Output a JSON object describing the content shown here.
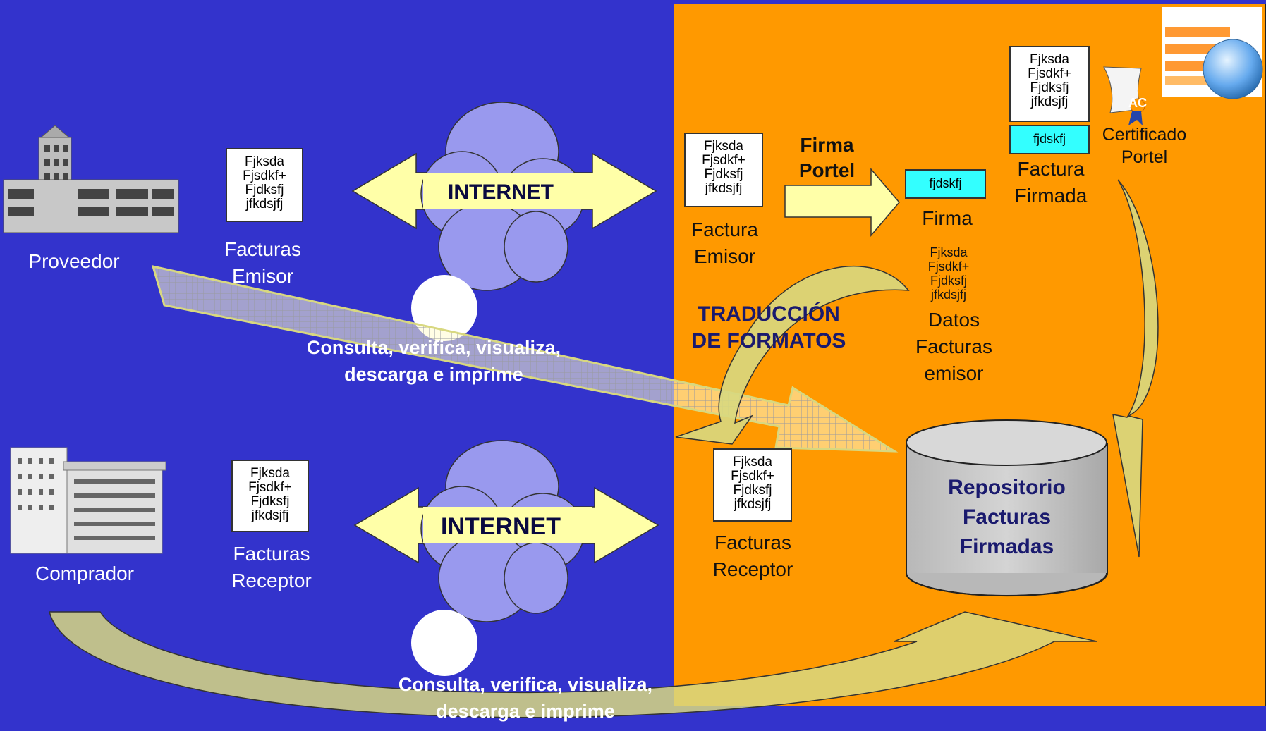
{
  "actors": {
    "proveedor": "Proveedor",
    "comprador": "Comprador"
  },
  "doc_lines": [
    "Fjksda",
    "Fjsdkf+",
    "Fjdksfj",
    "jfkdsjfj"
  ],
  "left_labels": {
    "facturas_emisor": [
      "Facturas",
      "Emisor"
    ],
    "facturas_receptor": [
      "Facturas",
      "Receptor"
    ]
  },
  "internet": "INTERNET",
  "consulta": [
    "Consulta, verifica, visualiza,",
    "descarga e imprime"
  ],
  "portel": {
    "factura_emisor": [
      "Factura",
      "Emisor"
    ],
    "firma_portel": [
      "Firma",
      "Portel"
    ],
    "firma_box": "fjdskfj",
    "firma_label": "Firma",
    "firmada_box": "fjdskfj",
    "factura_firmada": [
      "Factura",
      "Firmada"
    ],
    "certificado": [
      "Certificado",
      "Portel"
    ],
    "ac": "AC",
    "datos": [
      "Datos",
      "Facturas",
      "emisor"
    ],
    "traduccion": [
      "TRADUCCIÓN",
      "DE FORMATOS"
    ],
    "facturas_receptor": [
      "Facturas",
      "Receptor"
    ],
    "repositorio": [
      "Repositorio",
      "Facturas",
      "Firmadas"
    ]
  },
  "colors": {
    "background": "#3333cc",
    "panel": "#ff9900",
    "arrow": "#ffffa8",
    "cloud": "#9999ee",
    "doc_cyan": "#33ffff",
    "repository": "#c8c8c8"
  }
}
